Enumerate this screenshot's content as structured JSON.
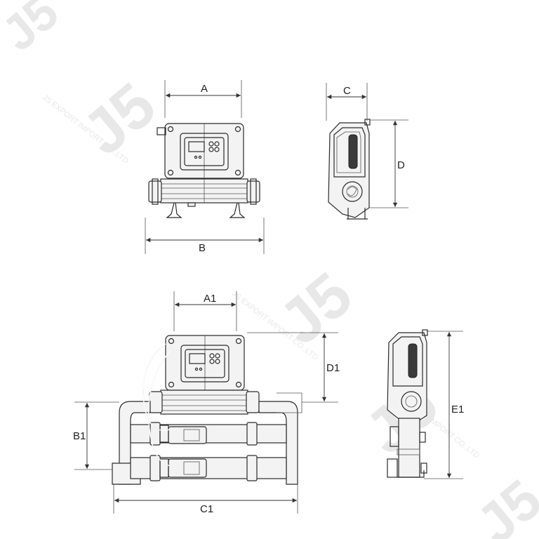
{
  "labels": {
    "a": "A",
    "b": "B",
    "c": "C",
    "d": "D",
    "a1": "A1",
    "b1": "B1",
    "c1": "C1",
    "d1": "D1",
    "e1": "E1"
  },
  "watermark": {
    "logo": "J5",
    "text": "JS EXPORT IMPORT CO.,LTD"
  },
  "colors": {
    "line": "#2b2b2b",
    "watermark": "#e6e6e6",
    "background": "#ffffff"
  }
}
